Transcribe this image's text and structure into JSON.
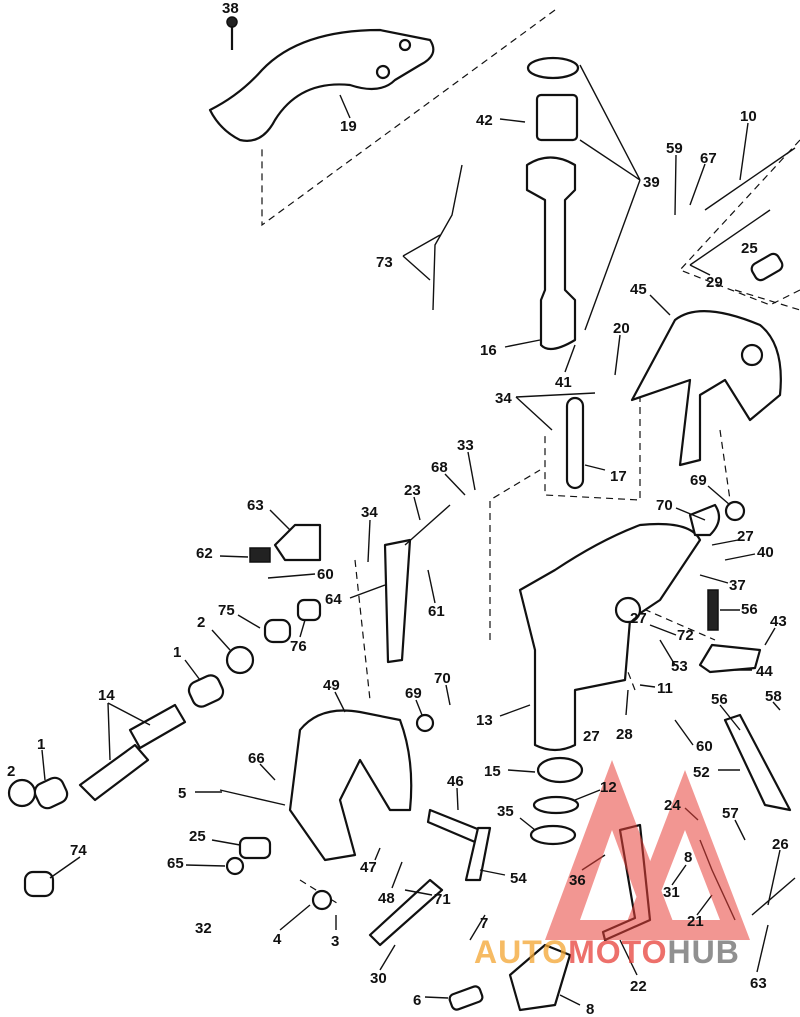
{
  "diagram": {
    "title_hidden": null,
    "labels": [
      "38",
      "19",
      "42",
      "39",
      "59",
      "67",
      "10",
      "73",
      "25",
      "29",
      "45",
      "16",
      "41",
      "20",
      "34",
      "17",
      "33",
      "68",
      "23",
      "63",
      "34",
      "70",
      "69",
      "27",
      "40",
      "37",
      "62",
      "60",
      "64",
      "61",
      "56",
      "43",
      "27",
      "72",
      "53",
      "44",
      "2",
      "75",
      "76",
      "1",
      "49",
      "70",
      "69",
      "11",
      "58",
      "56",
      "14",
      "13",
      "27",
      "28",
      "60",
      "52",
      "1",
      "66",
      "46",
      "15",
      "12",
      "2",
      "5",
      "24",
      "57",
      "35",
      "26",
      "25",
      "74",
      "65",
      "47",
      "48",
      "36",
      "31",
      "54",
      "71",
      "32",
      "4",
      "3",
      "7",
      "21",
      "22",
      "63",
      "30",
      "6",
      "8",
      "8"
    ]
  },
  "watermark": {
    "part1": "AUTO",
    "part2": "MOTO",
    "part3": "HUB",
    "color_red": "#e8413a",
    "color_orange": "#f3a531",
    "color_gray": "#6b6b6b"
  }
}
